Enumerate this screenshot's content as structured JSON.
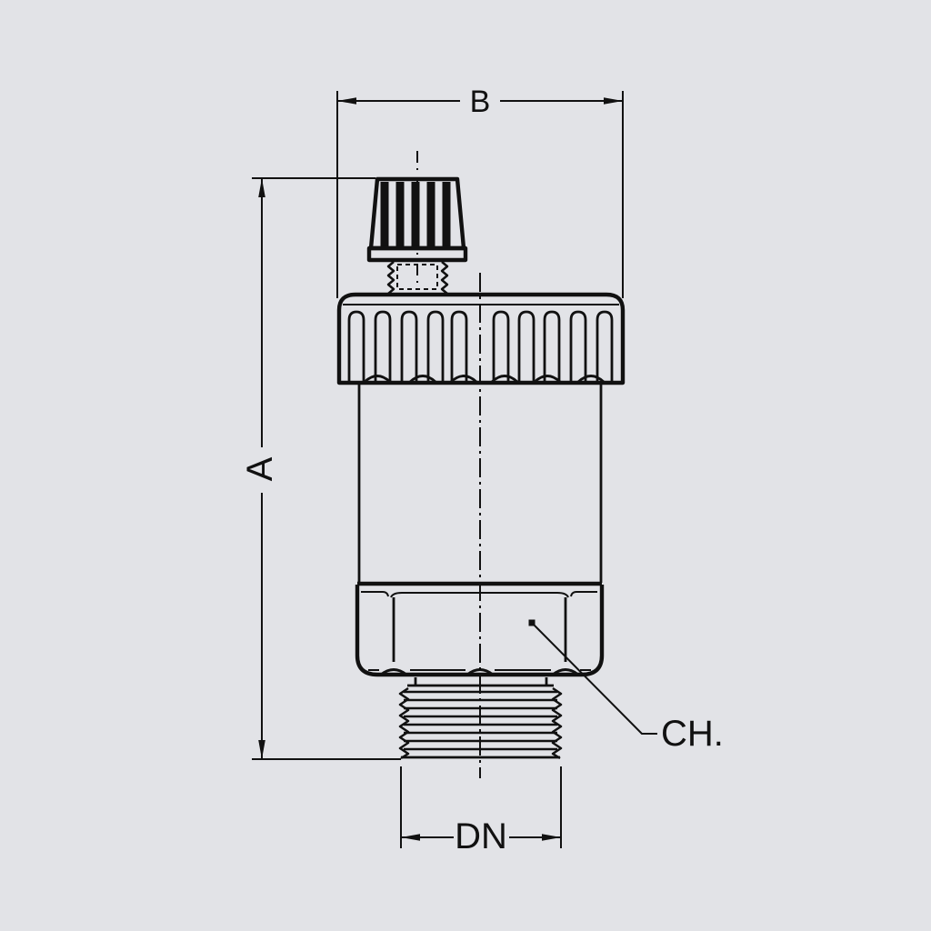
{
  "drawing": {
    "background_color": "#e2e3e7",
    "line_color": "#111111",
    "labels": {
      "cap_width": "B",
      "overall_height": "A",
      "thread_nominal_diameter": "DN",
      "hex_wrench_size": "CH."
    }
  }
}
